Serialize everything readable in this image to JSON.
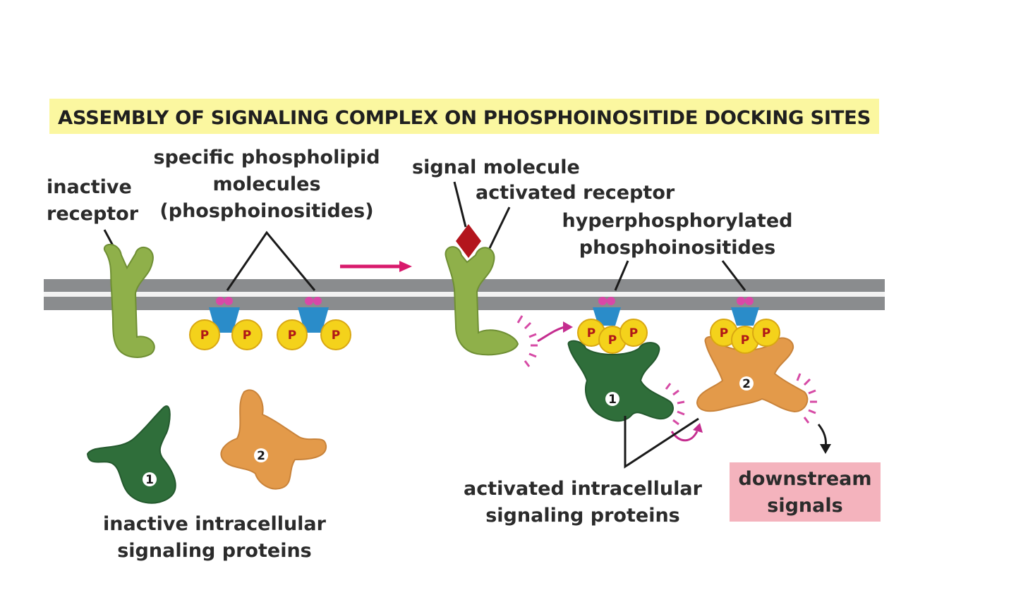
{
  "title": "ASSEMBLY OF SIGNALING COMPLEX ON PHOSPHOINOSITIDE DOCKING SITES",
  "labels": {
    "inactive_receptor": [
      "inactive",
      "receptor"
    ],
    "phospholipids": [
      "specific phospholipid",
      "molecules",
      "(phosphoinositides)"
    ],
    "signal_molecule": "signal molecule",
    "activated_receptor": "activated receptor",
    "hyperphosphorylated": [
      "hyperphosphorylated",
      "phosphoinositides"
    ],
    "inactive_proteins": [
      "inactive intracellular",
      "signaling proteins"
    ],
    "activated_proteins": [
      "activated intracellular",
      "signaling proteins"
    ],
    "downstream": [
      "downstream",
      "signals"
    ]
  },
  "phosphate_letter": "P",
  "protein_numbers": {
    "one": "1",
    "two": "2"
  },
  "colors": {
    "title_highlight": "#fbf7a0",
    "membrane": "#8a8c8e",
    "receptor": "#8fb04a",
    "protein_1": "#2f6e3a",
    "protein_2": "#e39a4a",
    "phosphate": "#f4d21b",
    "phosphate_text": "#b01818",
    "inositol_base": "#2a8cc9",
    "lipid_head": "#d948a8",
    "signal_molecule": "#b3151d",
    "arrow": "#d81a6c",
    "downstream_box": "#f4b3bd"
  }
}
